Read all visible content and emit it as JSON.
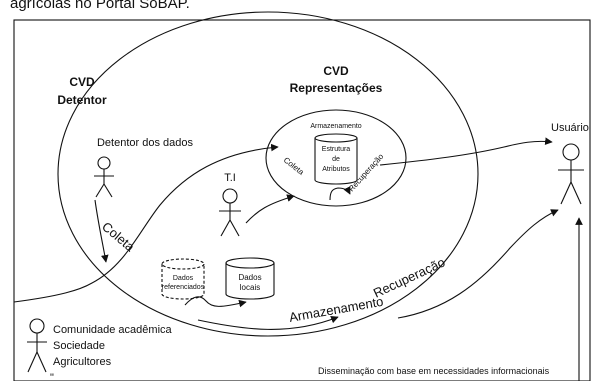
{
  "header_fragment": "agrícolas no Portal SoBAP.",
  "cvd_detentor": [
    "CVD",
    "Detentor"
  ],
  "cvd_representacoes": [
    "CVD",
    "Representações"
  ],
  "actors": {
    "detentor": "Detentor dos dados",
    "ti": "T.I",
    "usuario": "Usuário",
    "community": [
      "Comunidade acadêmica",
      "Sociedade",
      "Agricultores"
    ]
  },
  "storage": {
    "title": "Armazenamento",
    "structure": [
      "Estrutura",
      "de",
      "Atributos"
    ],
    "dados_referenciados": [
      "Dados",
      "referenciados"
    ],
    "dados_locais": [
      "Dados",
      "locais"
    ]
  },
  "flows": {
    "coleta_main": "Coleta",
    "coleta_inner": "Coleta",
    "recuperacao_inner": "Recuperação",
    "armazenamento": "Armazenamento",
    "recuperacao_outer": "Recuperação"
  },
  "dissemination_note": "Disseminação com base em necessidades informacionais",
  "colors": {
    "line": "#111111",
    "background": "#ffffff"
  }
}
